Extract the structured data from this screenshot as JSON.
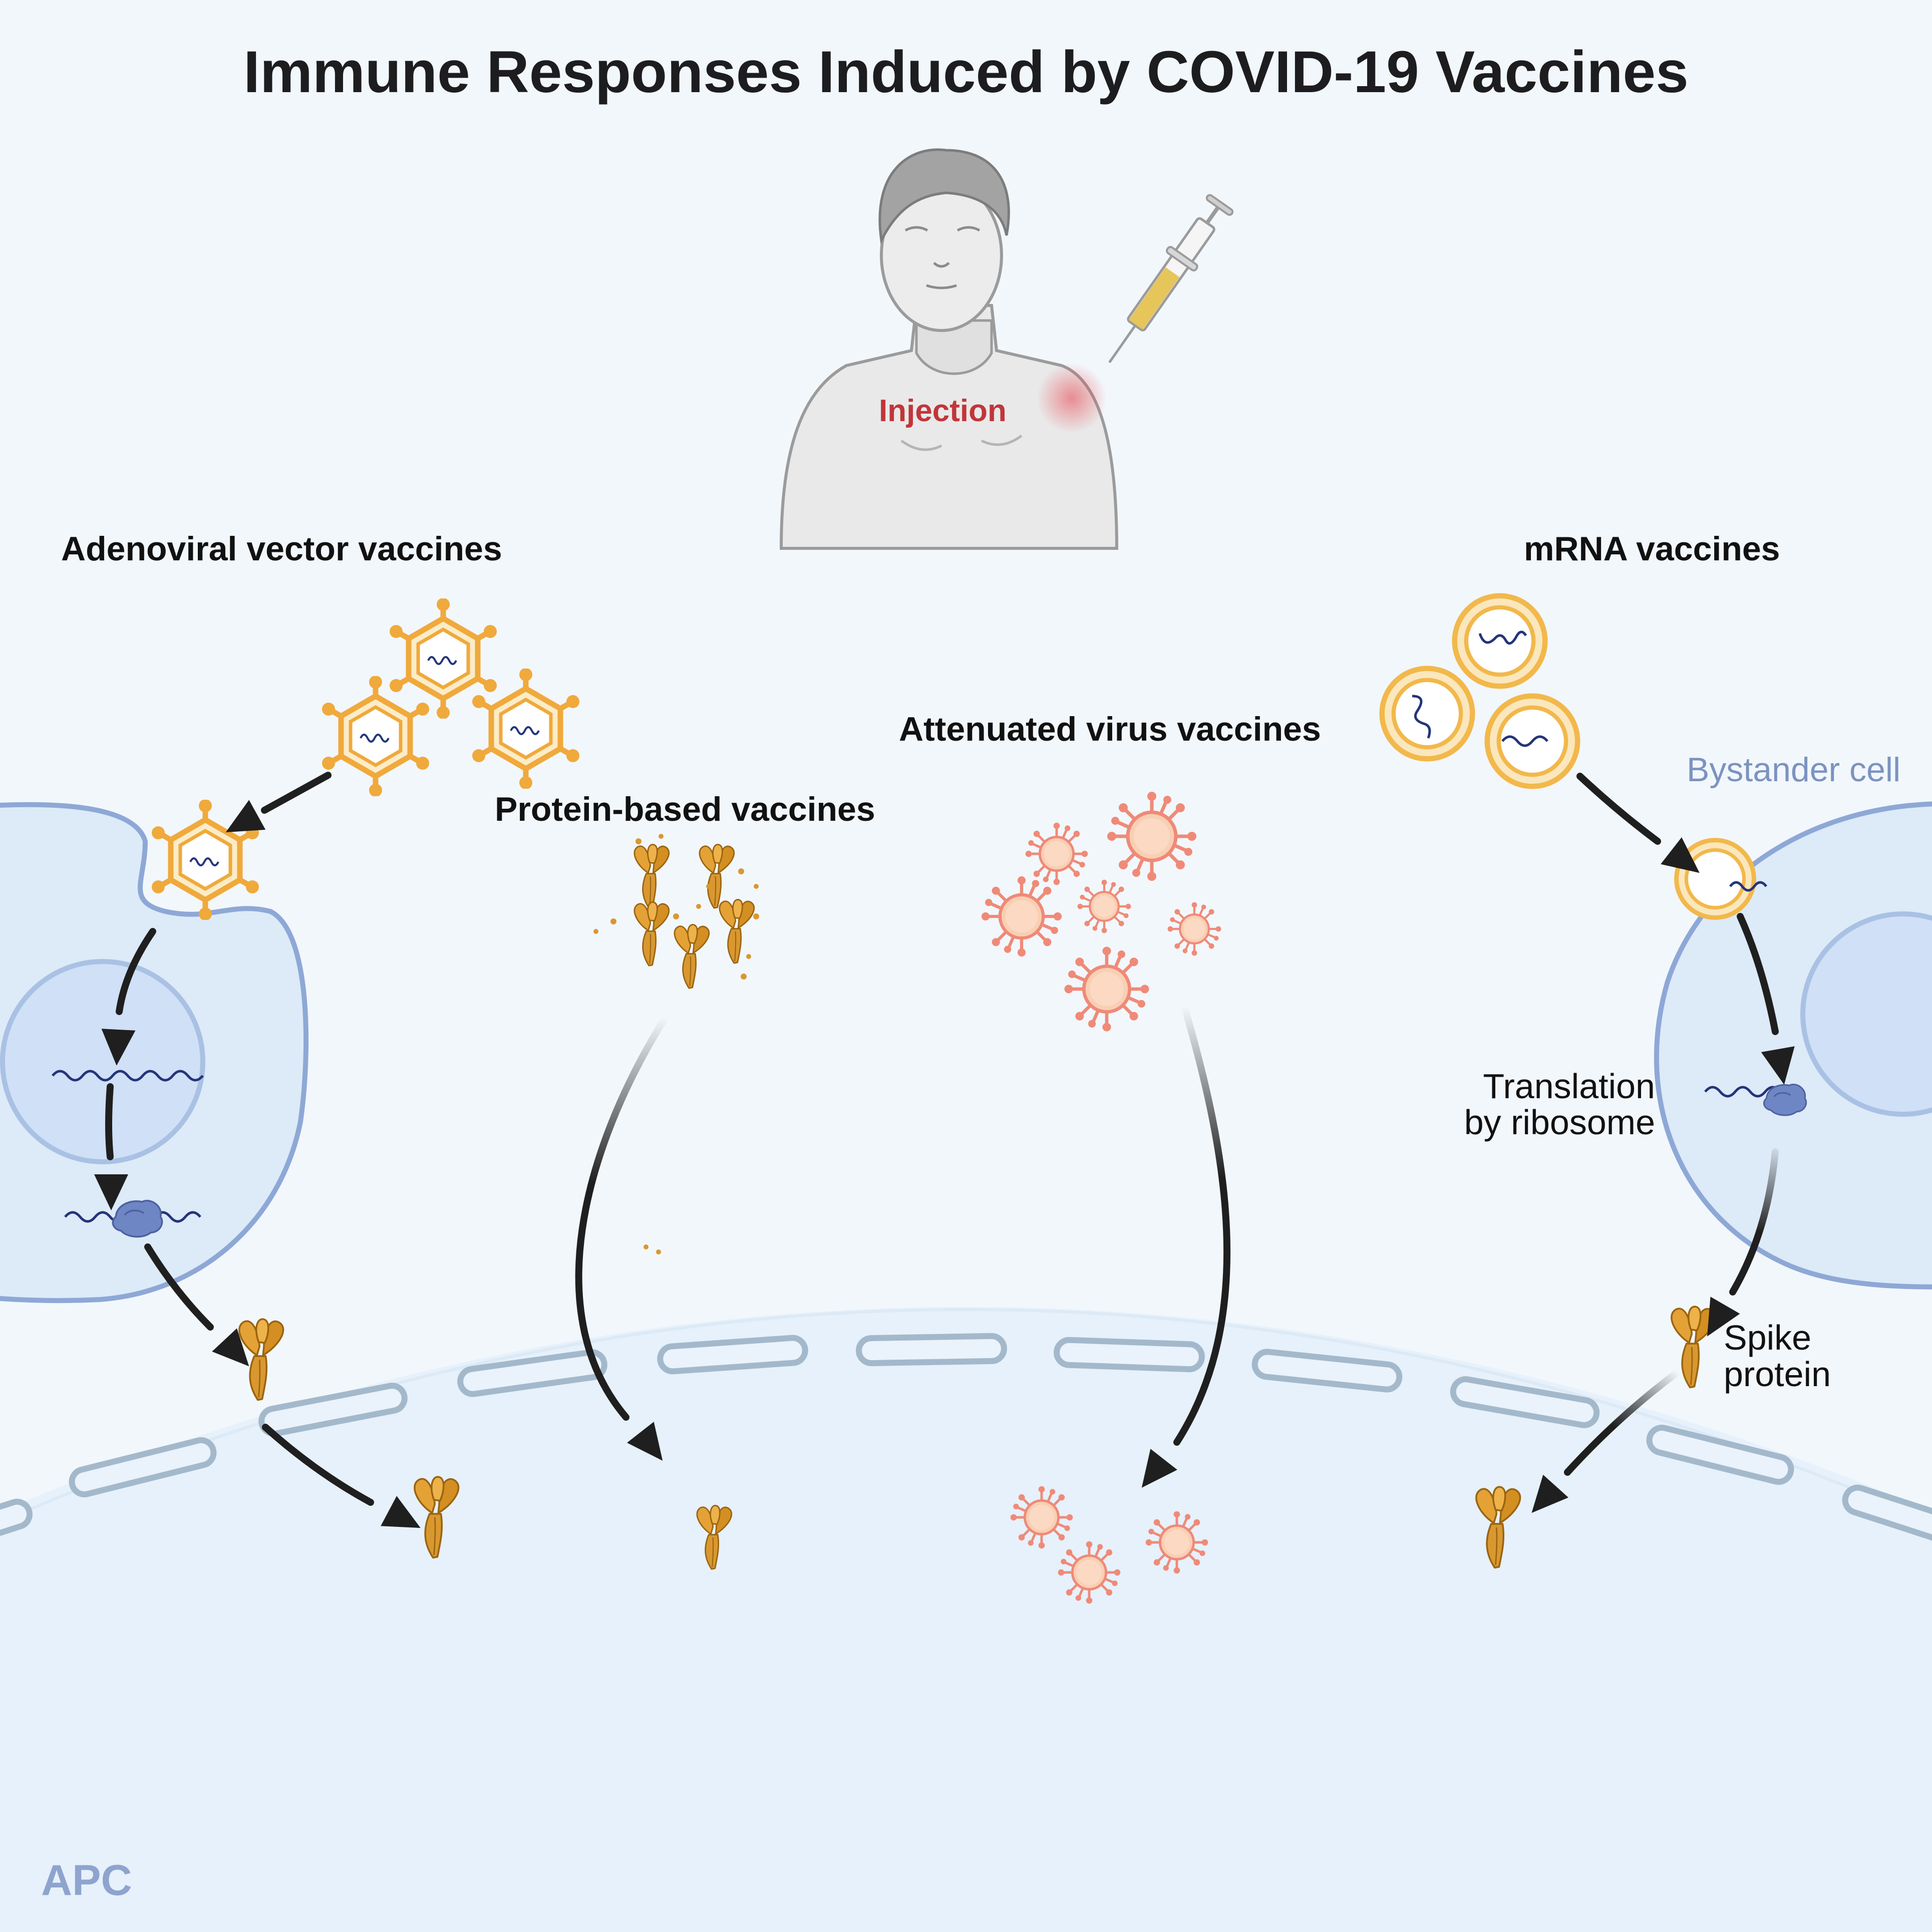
{
  "title": "Immune Responses Induced by COVID-19 Vaccines",
  "labels": {
    "injection": "Injection",
    "adenoviral": "Adenoviral vector vaccines",
    "protein": "Protein-based vaccines",
    "attenuated": "Attenuated virus vaccines",
    "mrna": "mRNA vaccines",
    "bystander": "Bystander cell",
    "translation_1": "Translation",
    "translation_2": "by ribosome",
    "spike_1": "Spike",
    "spike_2": "protein",
    "apc": "APC"
  },
  "colors": {
    "background": "#f2f7fc",
    "apc_cell": "#e6f1fb",
    "cell_membrane": "#8ea8d6",
    "nucleus": "#cfe0f7",
    "adenovirus": "#f0a93b",
    "spike_protein": "#d9982f",
    "attenuated_virus": "#ef8a78",
    "lipid_nanoparticle": "#f2b84b",
    "ribosome": "#6f86c4",
    "arrow": "#1f1f1f",
    "injection_text": "#c0363a"
  },
  "icons": [
    "person-icon",
    "syringe-icon",
    "adenovirus-icon",
    "spike-protein-icon",
    "attenuated-virus-icon",
    "lipid-nanoparticle-icon",
    "ribosome-icon",
    "mrna-strand-icon"
  ]
}
